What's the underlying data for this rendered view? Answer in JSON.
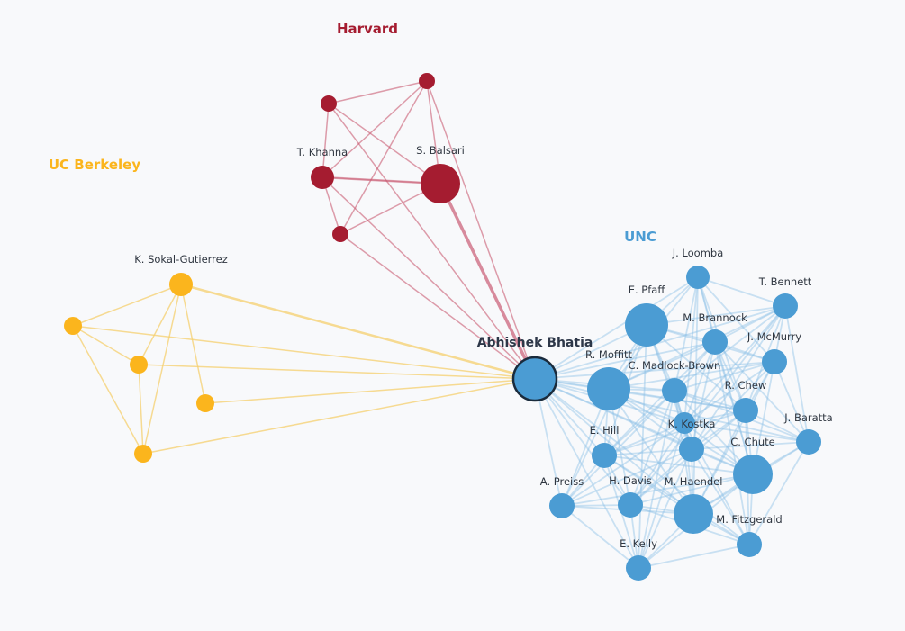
{
  "groups": [
    {
      "id": "harvard",
      "label": "Harvard",
      "color": "#a51c30",
      "edge_color": "#c95b73"
    },
    {
      "id": "berkeley",
      "label": "UC Berkeley",
      "color": "#fbb51d",
      "edge_color": "#f5cf6e"
    },
    {
      "id": "unc",
      "label": "UNC",
      "color": "#4b9cd3",
      "edge_color": "#8ec0e6"
    }
  ],
  "focus": {
    "label": "Abhishek Bhatia",
    "fill": "#4b9cd3",
    "stroke": "#1a2b3c"
  },
  "nodes": [
    {
      "id": "bhatia",
      "label": "Abhishek Bhatia",
      "group": "unc",
      "focus": true
    },
    {
      "id": "h1",
      "label": "",
      "group": "harvard"
    },
    {
      "id": "h2",
      "label": "",
      "group": "harvard"
    },
    {
      "id": "khanna",
      "label": "T. Khanna",
      "group": "harvard"
    },
    {
      "id": "balsari",
      "label": "S. Balsari",
      "group": "harvard"
    },
    {
      "id": "h3",
      "label": "",
      "group": "harvard"
    },
    {
      "id": "sokal",
      "label": "K. Sokal-Gutierrez",
      "group": "berkeley"
    },
    {
      "id": "b1",
      "label": "",
      "group": "berkeley"
    },
    {
      "id": "b2",
      "label": "",
      "group": "berkeley"
    },
    {
      "id": "b3",
      "label": "",
      "group": "berkeley"
    },
    {
      "id": "b4",
      "label": "",
      "group": "berkeley"
    },
    {
      "id": "loomba",
      "label": "J. Loomba",
      "group": "unc"
    },
    {
      "id": "bennett",
      "label": "T. Bennett",
      "group": "unc"
    },
    {
      "id": "pfaff",
      "label": "E. Pfaff",
      "group": "unc"
    },
    {
      "id": "brannock",
      "label": "M. Brannock",
      "group": "unc"
    },
    {
      "id": "mcmurry",
      "label": "J. McMurry",
      "group": "unc"
    },
    {
      "id": "moffitt",
      "label": "R. Moffitt",
      "group": "unc"
    },
    {
      "id": "madlock",
      "label": "C. Madlock-Brown",
      "group": "unc"
    },
    {
      "id": "chew",
      "label": "R. Chew",
      "group": "unc"
    },
    {
      "id": "hill",
      "label": "E. Hill",
      "group": "unc"
    },
    {
      "id": "kostka",
      "label": "K. Kostka",
      "group": "unc"
    },
    {
      "id": "chute",
      "label": "C. Chute",
      "group": "unc"
    },
    {
      "id": "baratta",
      "label": "J. Baratta",
      "group": "unc"
    },
    {
      "id": "preiss",
      "label": "A. Preiss",
      "group": "unc"
    },
    {
      "id": "davis",
      "label": "H. Davis",
      "group": "unc"
    },
    {
      "id": "haendel",
      "label": "M. Haendel",
      "group": "unc"
    },
    {
      "id": "fitzgerald",
      "label": "M. Fitzgerald",
      "group": "unc"
    },
    {
      "id": "kelly",
      "label": "E. Kelly",
      "group": "unc"
    },
    {
      "id": "u1",
      "label": "",
      "group": "unc"
    }
  ]
}
